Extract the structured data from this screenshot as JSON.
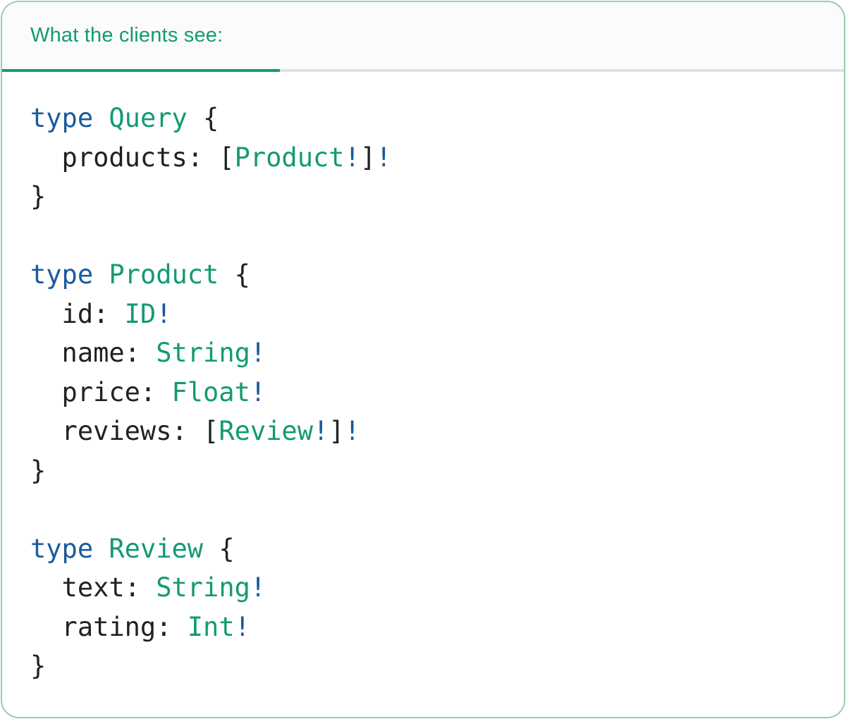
{
  "header": {
    "title": "What the clients see:"
  },
  "colors": {
    "teal": "#139A74",
    "blue": "#1A5A9E",
    "code_text": "#1F2126",
    "header_bg": "#FBFBFB",
    "divider": "#E2E2E2",
    "card_border": "#97CDAB",
    "card_bg": "#FFFFFF"
  },
  "code": {
    "language": "graphql",
    "lines": [
      {
        "tokens": [
          {
            "text": "type",
            "style": "keyword"
          },
          {
            "text": " ",
            "style": "plain"
          },
          {
            "text": "Query",
            "style": "type"
          },
          {
            "text": " {",
            "style": "plain"
          }
        ]
      },
      {
        "tokens": [
          {
            "text": "  products: [",
            "style": "plain"
          },
          {
            "text": "Product",
            "style": "type"
          },
          {
            "text": "!",
            "style": "bang"
          },
          {
            "text": "]",
            "style": "plain"
          },
          {
            "text": "!",
            "style": "bang"
          }
        ]
      },
      {
        "tokens": [
          {
            "text": "}",
            "style": "plain"
          }
        ]
      },
      {
        "tokens": []
      },
      {
        "tokens": [
          {
            "text": "type",
            "style": "keyword"
          },
          {
            "text": " ",
            "style": "plain"
          },
          {
            "text": "Product",
            "style": "type"
          },
          {
            "text": " {",
            "style": "plain"
          }
        ]
      },
      {
        "tokens": [
          {
            "text": "  id: ",
            "style": "plain"
          },
          {
            "text": "ID",
            "style": "type"
          },
          {
            "text": "!",
            "style": "bang"
          }
        ]
      },
      {
        "tokens": [
          {
            "text": "  name: ",
            "style": "plain"
          },
          {
            "text": "String",
            "style": "type"
          },
          {
            "text": "!",
            "style": "bang"
          }
        ]
      },
      {
        "tokens": [
          {
            "text": "  price: ",
            "style": "plain"
          },
          {
            "text": "Float",
            "style": "type"
          },
          {
            "text": "!",
            "style": "bang"
          }
        ]
      },
      {
        "tokens": [
          {
            "text": "  reviews: [",
            "style": "plain"
          },
          {
            "text": "Review",
            "style": "type"
          },
          {
            "text": "!",
            "style": "bang"
          },
          {
            "text": "]",
            "style": "plain"
          },
          {
            "text": "!",
            "style": "bang"
          }
        ]
      },
      {
        "tokens": [
          {
            "text": "}",
            "style": "plain"
          }
        ]
      },
      {
        "tokens": []
      },
      {
        "tokens": [
          {
            "text": "type",
            "style": "keyword"
          },
          {
            "text": " ",
            "style": "plain"
          },
          {
            "text": "Review",
            "style": "type"
          },
          {
            "text": " {",
            "style": "plain"
          }
        ]
      },
      {
        "tokens": [
          {
            "text": "  text: ",
            "style": "plain"
          },
          {
            "text": "String",
            "style": "type"
          },
          {
            "text": "!",
            "style": "bang"
          }
        ]
      },
      {
        "tokens": [
          {
            "text": "  rating: ",
            "style": "plain"
          },
          {
            "text": "Int",
            "style": "type"
          },
          {
            "text": "!",
            "style": "bang"
          }
        ]
      },
      {
        "tokens": [
          {
            "text": "}",
            "style": "plain"
          }
        ]
      }
    ]
  }
}
